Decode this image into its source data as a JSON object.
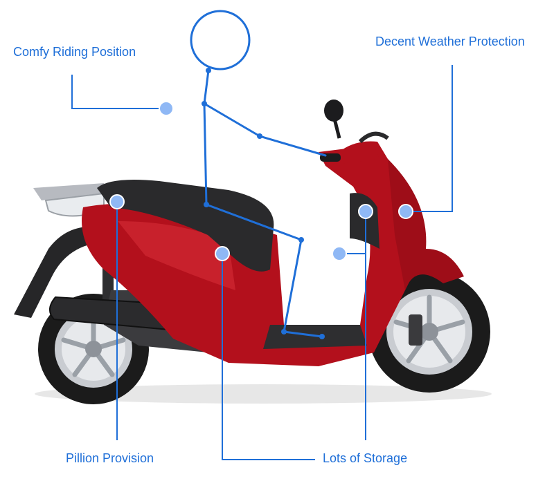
{
  "labels": {
    "comfy_riding_position": "Comfy Riding Position",
    "decent_weather_protection": "Decent Weather Protection",
    "pillion_provision": "Pillion Provision",
    "lots_of_storage": "Lots of Storage"
  },
  "colors": {
    "accent": "#1f6fd8",
    "marker_fill": "#8fb8f5",
    "scooter_red": "#b3101c",
    "scooter_dark": "#2a2a2c",
    "tyre": "#1b1b1b",
    "wheel_silver": "#c9ccd1",
    "ground_shadow": "#d7d7d7",
    "label_text": "#1f6fd8"
  }
}
